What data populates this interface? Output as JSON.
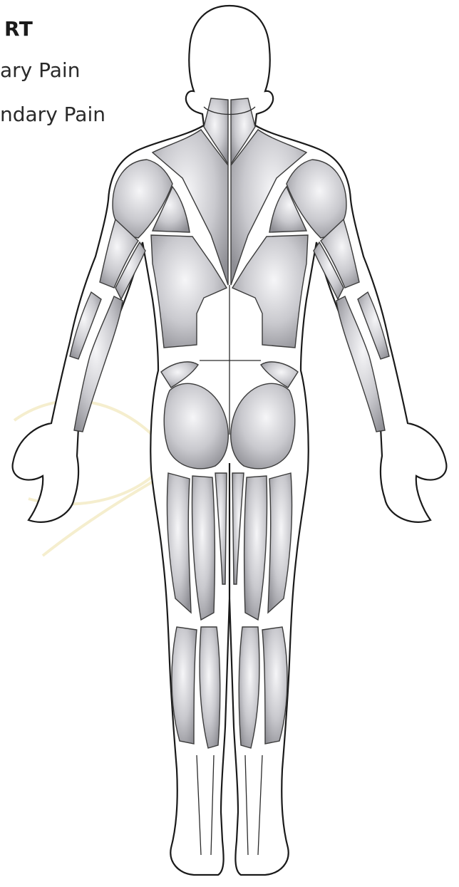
{
  "legend": {
    "title": "RT",
    "items": [
      "ary Pain",
      "ndary Pain"
    ]
  },
  "colors": {
    "muscle_light": "#f4f4f6",
    "muscle_dark": "#8e8e94",
    "outline": "#1a1a1a",
    "background": "#ffffff"
  }
}
